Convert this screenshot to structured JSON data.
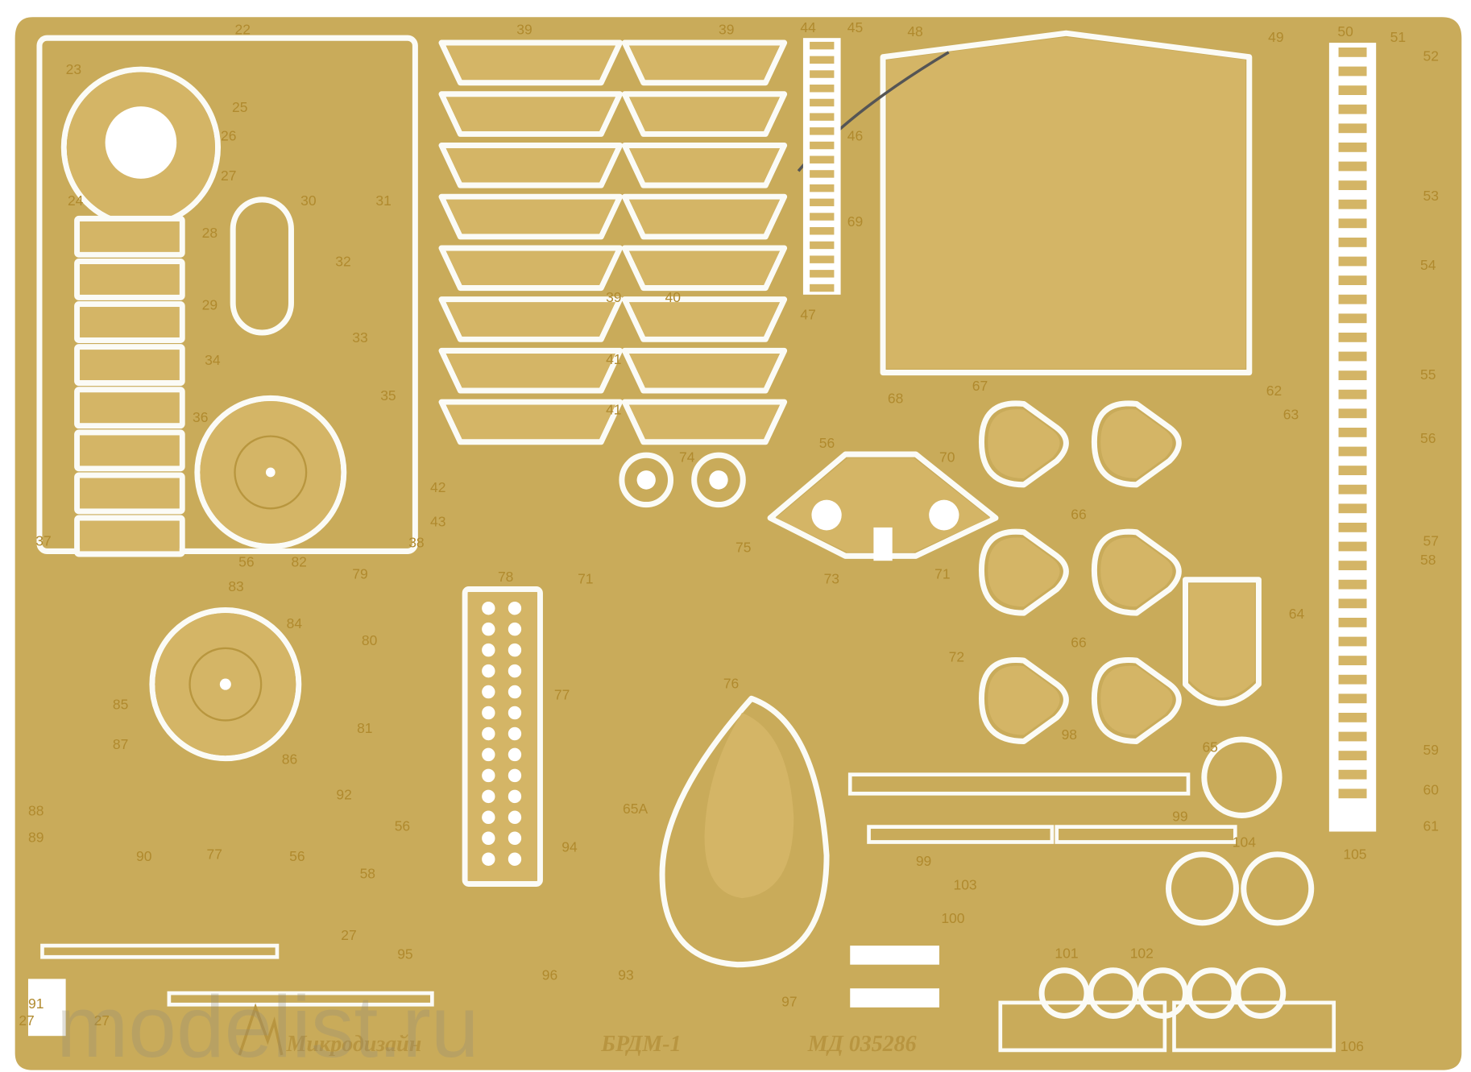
{
  "fret": {
    "maker": "Микродизайн",
    "model": "БРДМ-1",
    "code": "МД 035286",
    "watermark": "modelist.ru",
    "colors": {
      "brass": "#c9ab5a",
      "part": "#d4b566",
      "cut": "#fbfbf6",
      "label": "#b08a2e"
    }
  },
  "part_numbers": [
    "22",
    "23",
    "24",
    "25",
    "26",
    "27",
    "28",
    "29",
    "30",
    "31",
    "32",
    "33",
    "34",
    "35",
    "36",
    "37",
    "38",
    "39",
    "39",
    "39",
    "40",
    "41",
    "41",
    "42",
    "43",
    "44",
    "45",
    "46",
    "47",
    "48",
    "49",
    "50",
    "51",
    "52",
    "53",
    "54",
    "55",
    "56",
    "57",
    "58",
    "59",
    "60",
    "61",
    "62",
    "63",
    "64",
    "65",
    "65A",
    "66",
    "66",
    "67",
    "68",
    "69",
    "70",
    "71",
    "71",
    "72",
    "73",
    "74",
    "75",
    "76",
    "77",
    "77",
    "78",
    "79",
    "80",
    "81",
    "82",
    "83",
    "84",
    "85",
    "86",
    "87",
    "88",
    "89",
    "90",
    "91",
    "92",
    "93",
    "94",
    "95",
    "96",
    "97",
    "98",
    "99",
    "99",
    "100",
    "101",
    "102",
    "103",
    "104",
    "105",
    "106",
    "56",
    "56",
    "56",
    "56",
    "58",
    "27",
    "27",
    "27"
  ]
}
